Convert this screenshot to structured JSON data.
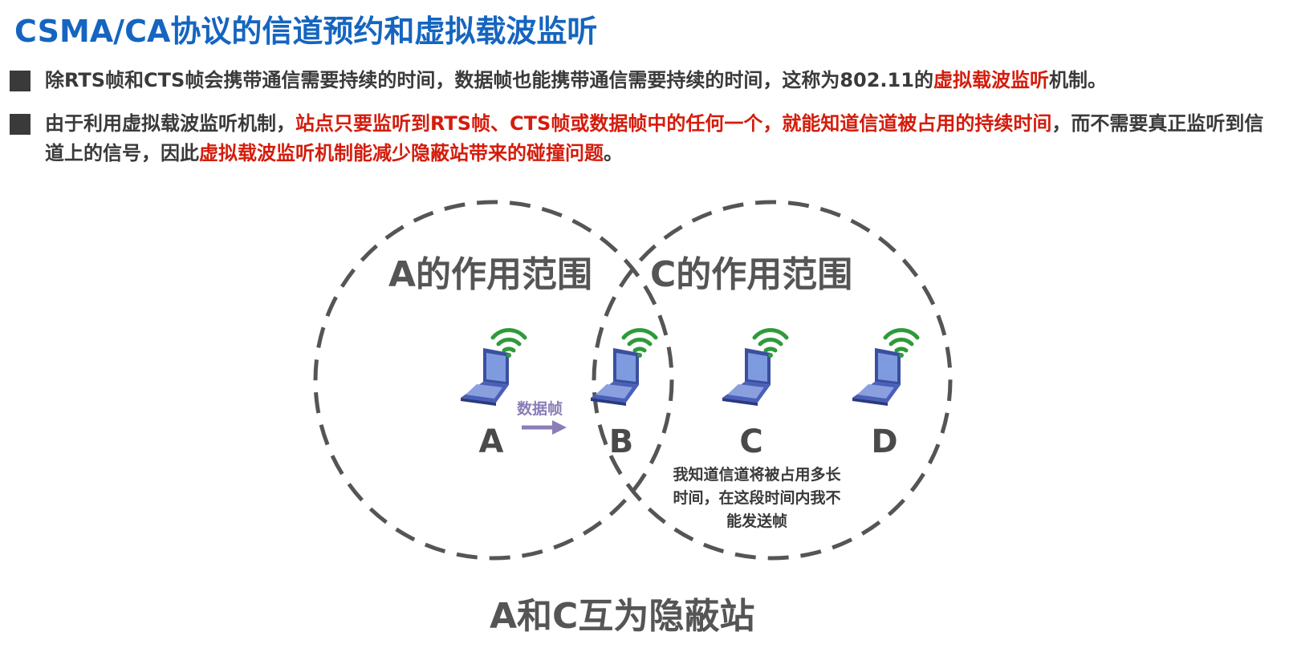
{
  "title": "CSMA/CA协议的信道预约和虚拟载波监听",
  "bullet1": {
    "t1": "除RTS帧和CTS帧会携带通信需要持续的时间，数据帧也能携带通信需要持续的时间，这称为802.11的",
    "t2": "虚拟载波监听",
    "t3": "机制。"
  },
  "bullet2": {
    "t1": "由于利用虚拟载波监听机制，",
    "t2": "站点只要监听到RTS帧、CTS帧或数据帧中的任何一个，就能知道信道被占用的持续时间",
    "t3": "，而不需要真正监听到信道上的信号，因此",
    "t4": "虚拟载波监听机制能减少隐蔽站带来的碰撞问题",
    "t5": "。"
  },
  "diagram": {
    "range_a": "A的作用范围",
    "range_c": "C的作用范围",
    "nodes": [
      "A",
      "B",
      "C",
      "D"
    ],
    "frame_label": "数据帧",
    "c_note": "我知道信道将被占用多长时间，在这段时间内我不能发送帧",
    "conclusion": "A和C互为隐蔽站"
  },
  "colors": {
    "title": "#1565c0",
    "highlight": "#d41c0c",
    "arrow": "#8a7db8",
    "wifi": "#2e9a3a",
    "laptop": "#3a4fa0"
  },
  "icons": [
    "laptop-icon",
    "wifi-signal-icon",
    "arrow-right-icon"
  ]
}
